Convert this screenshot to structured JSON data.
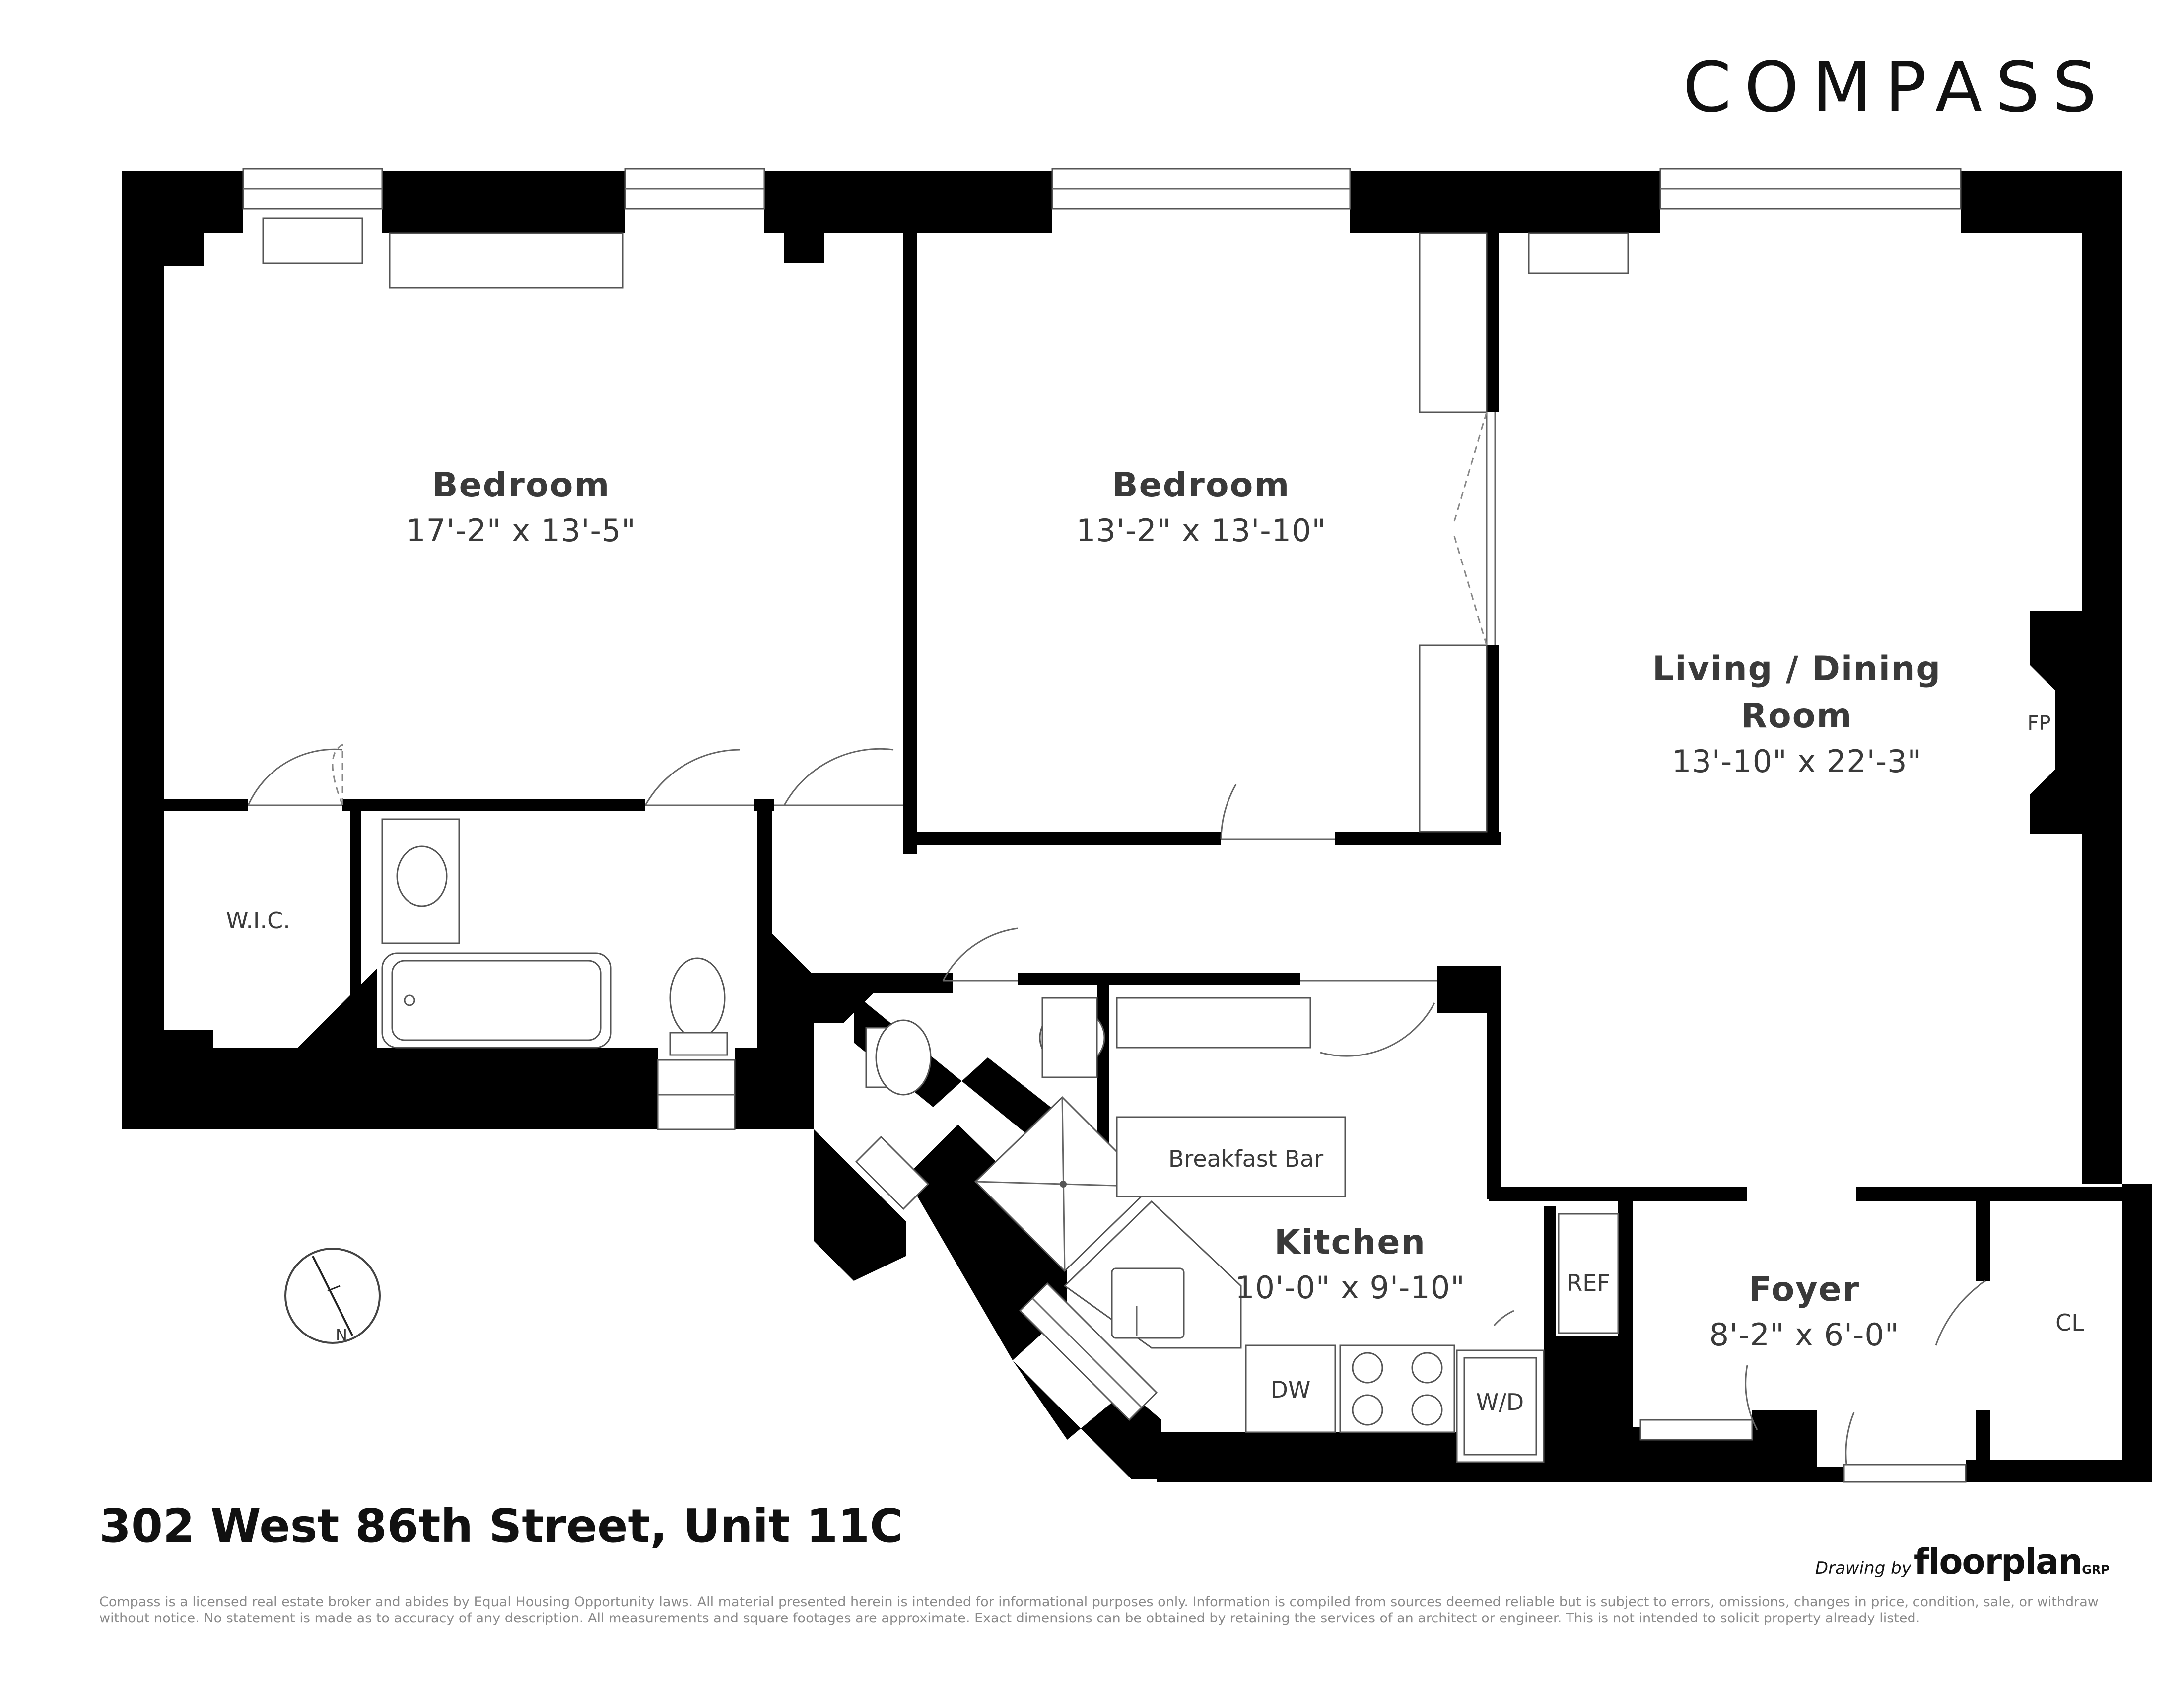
{
  "brand": "COMPASS",
  "address": "302 West 86th Street, Unit 11C",
  "credit": {
    "prefix": "Drawing by",
    "name": "floorplan",
    "suffix": "GRP"
  },
  "disclaimer": "Compass is a licensed real estate broker and abides by Equal Housing Opportunity laws. All material presented herein is intended for informational purposes only. Information is compiled from sources deemed reliable but is subject to errors, omissions, changes in price, condition, sale, or withdraw without notice. No statement is made as to accuracy of any description. All measurements and square footages are approximate. Exact dimensions can be obtained by retaining the services of an architect or engineer. This is not intended to solicit property already listed.",
  "rooms": {
    "bedroom1": {
      "name": "Bedroom",
      "dims": "17'-2\" x 13'-5\""
    },
    "bedroom2": {
      "name": "Bedroom",
      "dims": "13'-2\" x 13'-10\""
    },
    "living": {
      "name_line1": "Living / Dining",
      "name_line2": "Room",
      "dims": "13'-10\" x 22'-3\""
    },
    "kitchen": {
      "name": "Kitchen",
      "dims": "10'-0\" x 9'-10\""
    },
    "foyer": {
      "name": "Foyer",
      "dims": "8'-2\" x 6'-0\""
    },
    "wic": {
      "name": "W.I.C."
    },
    "closet": {
      "name": "CL"
    }
  },
  "fixtures": {
    "fireplace": "FP",
    "breakfast_bar": "Breakfast Bar",
    "refrigerator": "REF",
    "dishwasher": "DW",
    "washer_dryer": "W/D"
  },
  "compass_rose": {
    "north_label": "N"
  },
  "colors": {
    "wall": "#000000",
    "text": "#3a3a3a",
    "disclaimer": "#8a8a8a"
  }
}
